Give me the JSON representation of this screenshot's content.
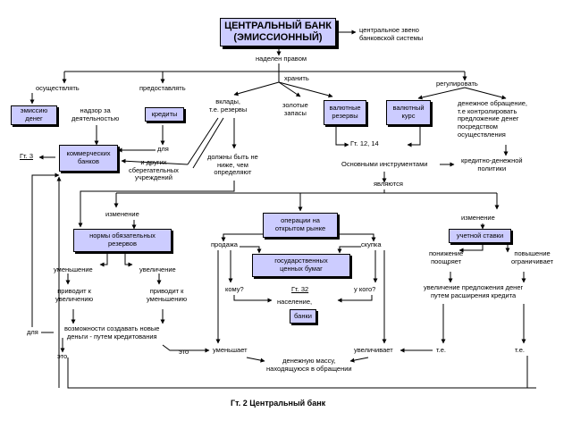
{
  "nodes": {
    "central_bank": "ЦЕНТРАЛЬНЫЙ БАНК\n(ЭМИССИОННЫЙ)",
    "emission": "эмиссию\nденег",
    "credits": "кредиты",
    "fx_reserves": "валютные\nрезервы",
    "fx_rate": "валютный\nкурс",
    "commercial_banks": "коммерческих\nбанков",
    "reserve_norms": "нормы обязательных\nрезервов",
    "open_market": "операции на\nоткрытом рынке",
    "gov_securities": "государственных\nценных бумаг",
    "banks": "банки",
    "discount_rate": "учетной ставки"
  },
  "labels": {
    "central_link": "центральное звено\nбанковской системы",
    "empowered": "наделен правом",
    "implement": "осуществлять",
    "provide": "предоставлять",
    "keep": "хранить",
    "regulate": "регулировать",
    "supervision": "надзор за\nдеятельностью",
    "deposits": "вклады,\nт.е. резервы",
    "gold": "золотые\nзапасы",
    "money_regulation": "денежное обращение,\nт.е контролировать\nпредложение денег\nпосредством\nосуществления",
    "for": "для",
    "other_savings": "и других\nсберегательных\nучреждений",
    "not_lower": "должны быть не\nниже, чем\nопределяют",
    "fig_12_14": "Гт. 12,    14",
    "main_tools": "Основными инструментами",
    "credit_policy": "кредитно-денежной\nполитики",
    "are": "являются",
    "fig3": "Гт. 3",
    "change_left": "изменение",
    "change_right": "изменение",
    "sale": "продажа",
    "purchase": "скупка",
    "to_whom": "кому?",
    "fig32": "Гт. 32",
    "from_whom": "у кого?",
    "population": "население,",
    "decrease": "уменьшение",
    "increase": "увеличение",
    "leads_increase": "приводит к\nувеличению",
    "leads_decrease": "приводит к\nуменьшению",
    "lowering": "понижение\nпоощряет",
    "raising": "повышение\nограничивает",
    "credit_growth": "увеличение предложения денег\nпутем расширения кредита",
    "for2": "для",
    "ability": "возможности создавать новые\nденьги - путем кредитования",
    "this1": "это",
    "this2": "это",
    "reduces": "уменьшает",
    "increases": "увеличивает",
    "money_supply": "денежную массу,\nнаходящуюся в обращении",
    "ie1": "т.е.",
    "ie2": "т.е.",
    "caption": "Гт. 2 Центральный банк"
  }
}
